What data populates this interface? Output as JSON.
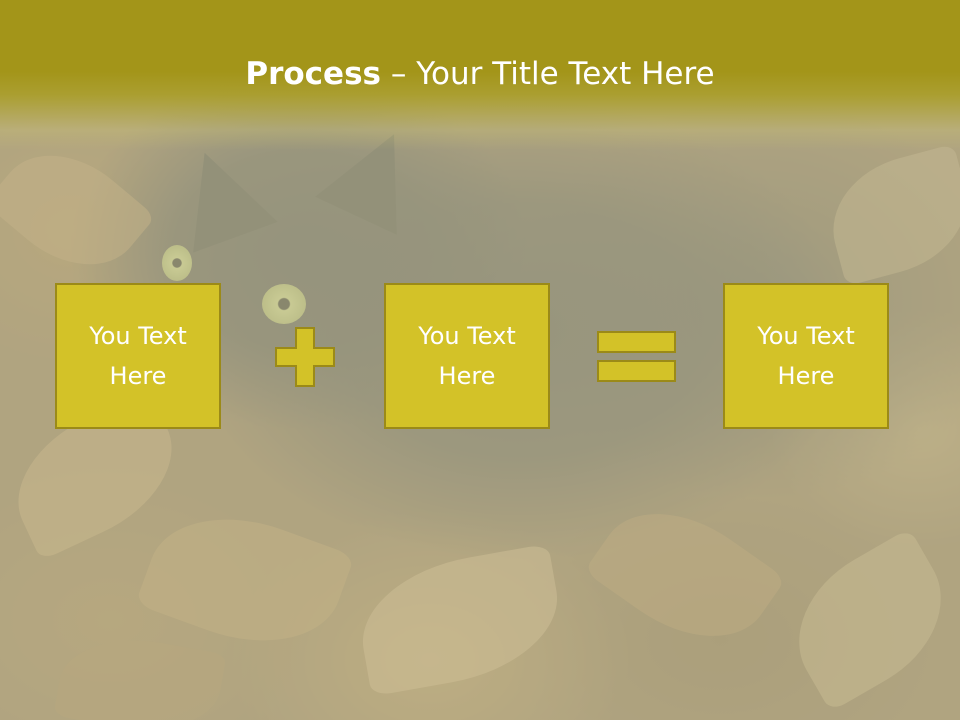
{
  "slide": {
    "title_bold": "Process",
    "title_rest": " – Your Title Text Here"
  },
  "process": {
    "boxes": [
      {
        "line1": "You Text",
        "line2": "Here"
      },
      {
        "line1": "You Text",
        "line2": "Here"
      },
      {
        "line1": "You Text",
        "line2": "Here"
      }
    ],
    "operators": [
      "plus",
      "equals"
    ]
  },
  "colors": {
    "header_band": "#a39519",
    "box_fill": "#d3c228",
    "box_border": "#9b8a18",
    "title_text": "#ffffff"
  }
}
